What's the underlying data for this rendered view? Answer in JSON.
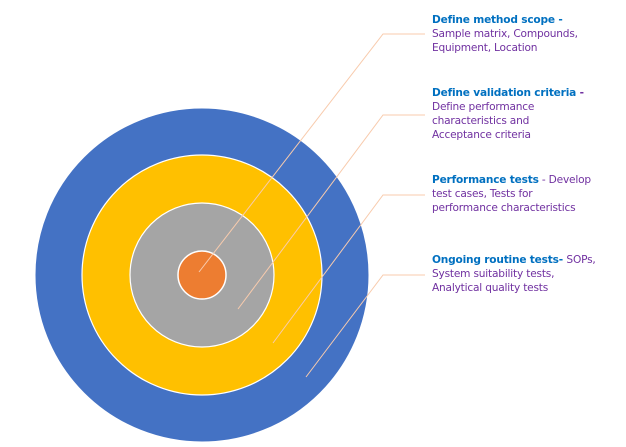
{
  "diagram": {
    "type": "concentric-circles",
    "colors": {
      "outer_ring": "#4472C4",
      "third_ring": "#FFC000",
      "second_ring": "#A5A5A5",
      "center": "#ED7D31",
      "connector": "#F8CBAD",
      "title_text": "#0070C0",
      "body_text": "#7030A0"
    },
    "rings": [
      {
        "name": "Define method scope",
        "color": "#ED7D31"
      },
      {
        "name": "Define validation criteria",
        "color": "#A5A5A5"
      },
      {
        "name": "Performance tests",
        "color": "#FFC000"
      },
      {
        "name": "Ongoing routine tests",
        "color": "#4472C4"
      }
    ],
    "labels": [
      {
        "title": "Define method scope",
        "separator": " -",
        "body_inline": "",
        "lines": [
          "Sample matrix, Compounds,",
          "Equipment,  Location"
        ]
      },
      {
        "title": "Define validation  criteria",
        "separator": " -",
        "body_inline": "",
        "lines": [
          "Define performance",
          "characteristics and",
          "Acceptance criteria"
        ]
      },
      {
        "title": "Performance tests",
        "separator": " - ",
        "body_inline": "Develop",
        "lines": [
          "test cases, Tests for",
          "performance characteristics"
        ]
      },
      {
        "title": "Ongoing routine tests",
        "separator": "- ",
        "body_inline": "SOPs,",
        "lines": [
          "System suitability tests,",
          "Analytical quality tests"
        ]
      }
    ]
  }
}
